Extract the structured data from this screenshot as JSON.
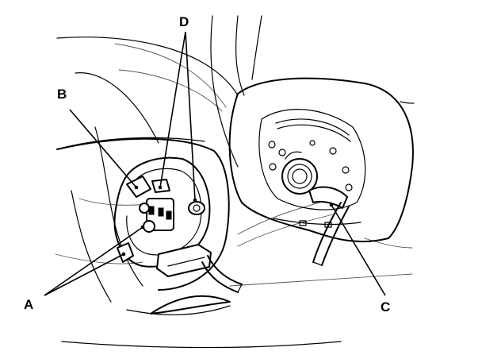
{
  "labels": {
    "a": "A",
    "b": "B",
    "c": "C",
    "d": "D"
  }
}
